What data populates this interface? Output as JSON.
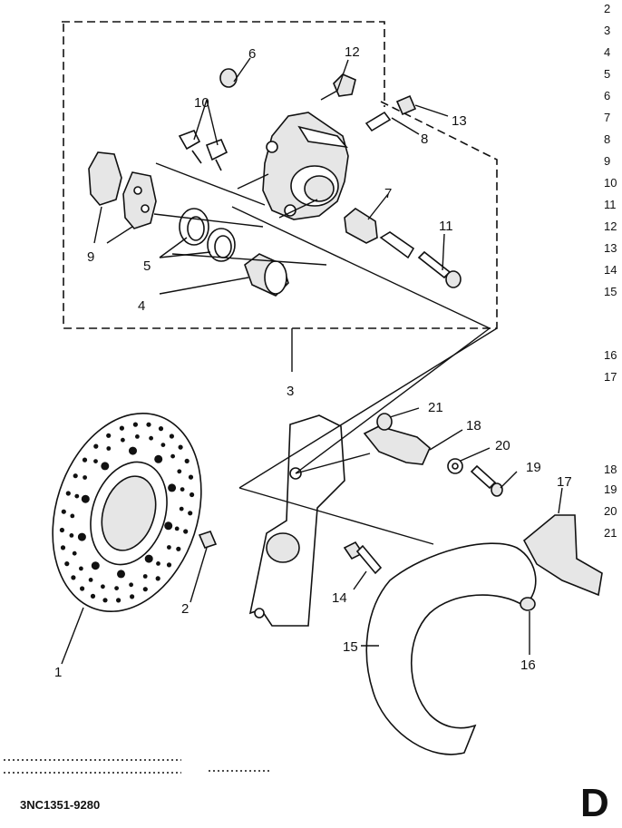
{
  "callouts": {
    "c1": "1",
    "c2": "2",
    "c3": "3",
    "c4": "4",
    "c5": "5",
    "c6": "6",
    "c7": "7",
    "c8": "8",
    "c9": "9",
    "c10": "10",
    "c11": "11",
    "c12": "12",
    "c13": "13",
    "c14": "14",
    "c15": "15",
    "c16": "16",
    "c17": "17",
    "c18": "18",
    "c19": "19",
    "c20": "20",
    "c21": "21"
  },
  "index_column": [
    "2",
    "3",
    "4",
    "5",
    "6",
    "7",
    "8",
    "9",
    "10",
    "11",
    "12",
    "13",
    "14",
    "15",
    "16",
    "17",
    "18",
    "19",
    "20",
    "21"
  ],
  "footer": {
    "part_code": "3NC1351-9280",
    "section_letter": "D"
  }
}
